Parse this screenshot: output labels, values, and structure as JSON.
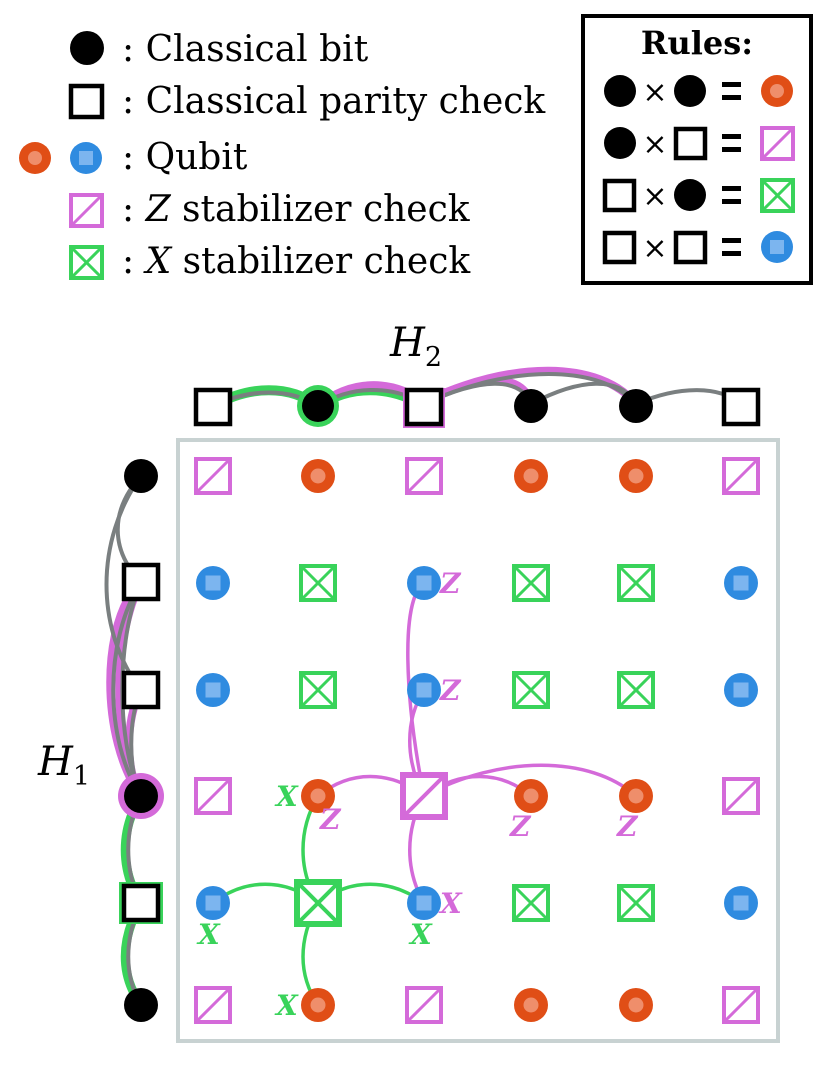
{
  "legend": {
    "items": [
      {
        "icon": "classical-bit-icon",
        "label": ": Classical bit"
      },
      {
        "icon": "classical-parity-check-icon",
        "label": ": Classical parity check"
      },
      {
        "icon": "qubit-icon",
        "label": ": Qubit"
      },
      {
        "icon": "z-stabilizer-check-icon",
        "prefix": ": ",
        "var": "Z",
        "suffix": " stabilizer check"
      },
      {
        "icon": "x-stabilizer-check-icon",
        "prefix": ": ",
        "var": "X",
        "suffix": " stabilizer check"
      }
    ]
  },
  "rules": {
    "title": "Rules:",
    "times": "×",
    "rows": [
      {
        "left": "bit",
        "right": "bit",
        "result": "orange-qubit"
      },
      {
        "left": "bit",
        "right": "check",
        "result": "z-check"
      },
      {
        "left": "check",
        "right": "bit",
        "result": "x-check"
      },
      {
        "left": "check",
        "right": "check",
        "result": "blue-qubit"
      }
    ]
  },
  "graph": {
    "h2_label": "H",
    "h2_sub": "2",
    "h1_label": "H",
    "h1_sub": "1",
    "top_row": [
      "check",
      "bit",
      "check",
      "bit",
      "bit",
      "check"
    ],
    "left_col": [
      "bit",
      "check",
      "check",
      "bit",
      "check",
      "bit"
    ],
    "pauli_x": "X",
    "pauli_z": "Z"
  },
  "colors": {
    "orange": "#e04e16",
    "orange_inner": "#ef8e6b",
    "blue": "#2f8be0",
    "blue_inner": "#7cb5ef",
    "magenta": "#d46ad9",
    "green": "#39d35a",
    "gray": "#7a7f80",
    "frame": "#c8d2d2"
  }
}
